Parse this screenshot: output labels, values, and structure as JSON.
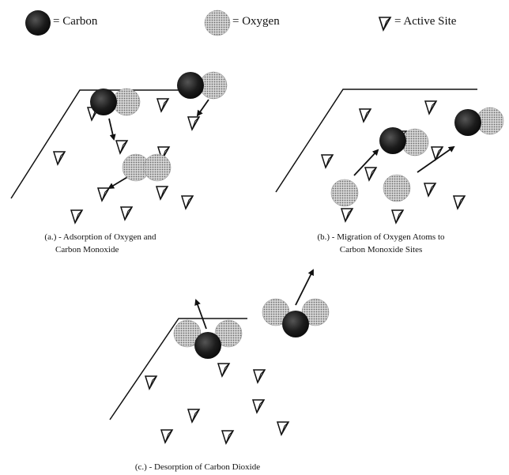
{
  "legend": {
    "carbon_label": "= Carbon",
    "oxygen_label": "= Oxygen",
    "active_site_label": "= Active Site"
  },
  "panels": {
    "a": {
      "caption_line1": "(a.) - Adsorption of Oxygen and",
      "caption_line2": "Carbon Monoxide"
    },
    "b": {
      "caption_line1": "(b.) - Migration of Oxygen Atoms to",
      "caption_line2": "Carbon Monoxide Sites"
    },
    "c": {
      "caption_line1": "(c.) - Desorption of Carbon Dioxide"
    }
  },
  "colors": {
    "carbon": "#1a1a1a",
    "oxygen": "#b4b4b4",
    "line": "#111111"
  },
  "icons": [
    "carbon-atom-icon",
    "oxygen-atom-icon",
    "active-site-icon",
    "arrow-icon"
  ]
}
